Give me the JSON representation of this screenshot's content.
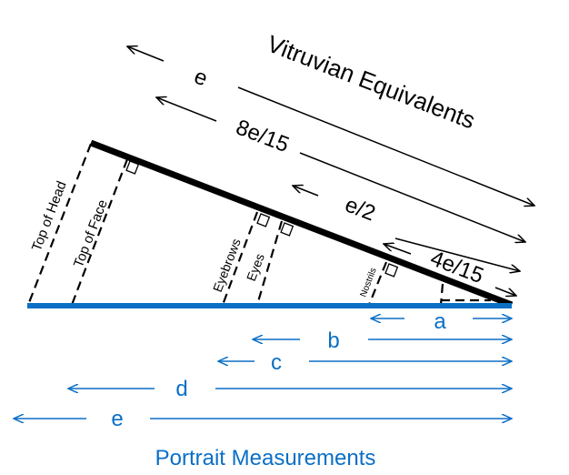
{
  "title_top": "Vitruvian Equivalents",
  "title_bottom": "Portrait Measurements",
  "colors": {
    "blue": "#0b6fc6",
    "black": "#000000"
  },
  "landmarks": [
    "Top of Head",
    "Top of Face",
    "Eyebrows",
    "Eyes",
    "Nostrils"
  ],
  "vitruvian_arrows": [
    "e",
    "8e/15",
    "e/2",
    "4e/15"
  ],
  "portrait_arrows": [
    "a",
    "b",
    "c",
    "d",
    "e"
  ]
}
